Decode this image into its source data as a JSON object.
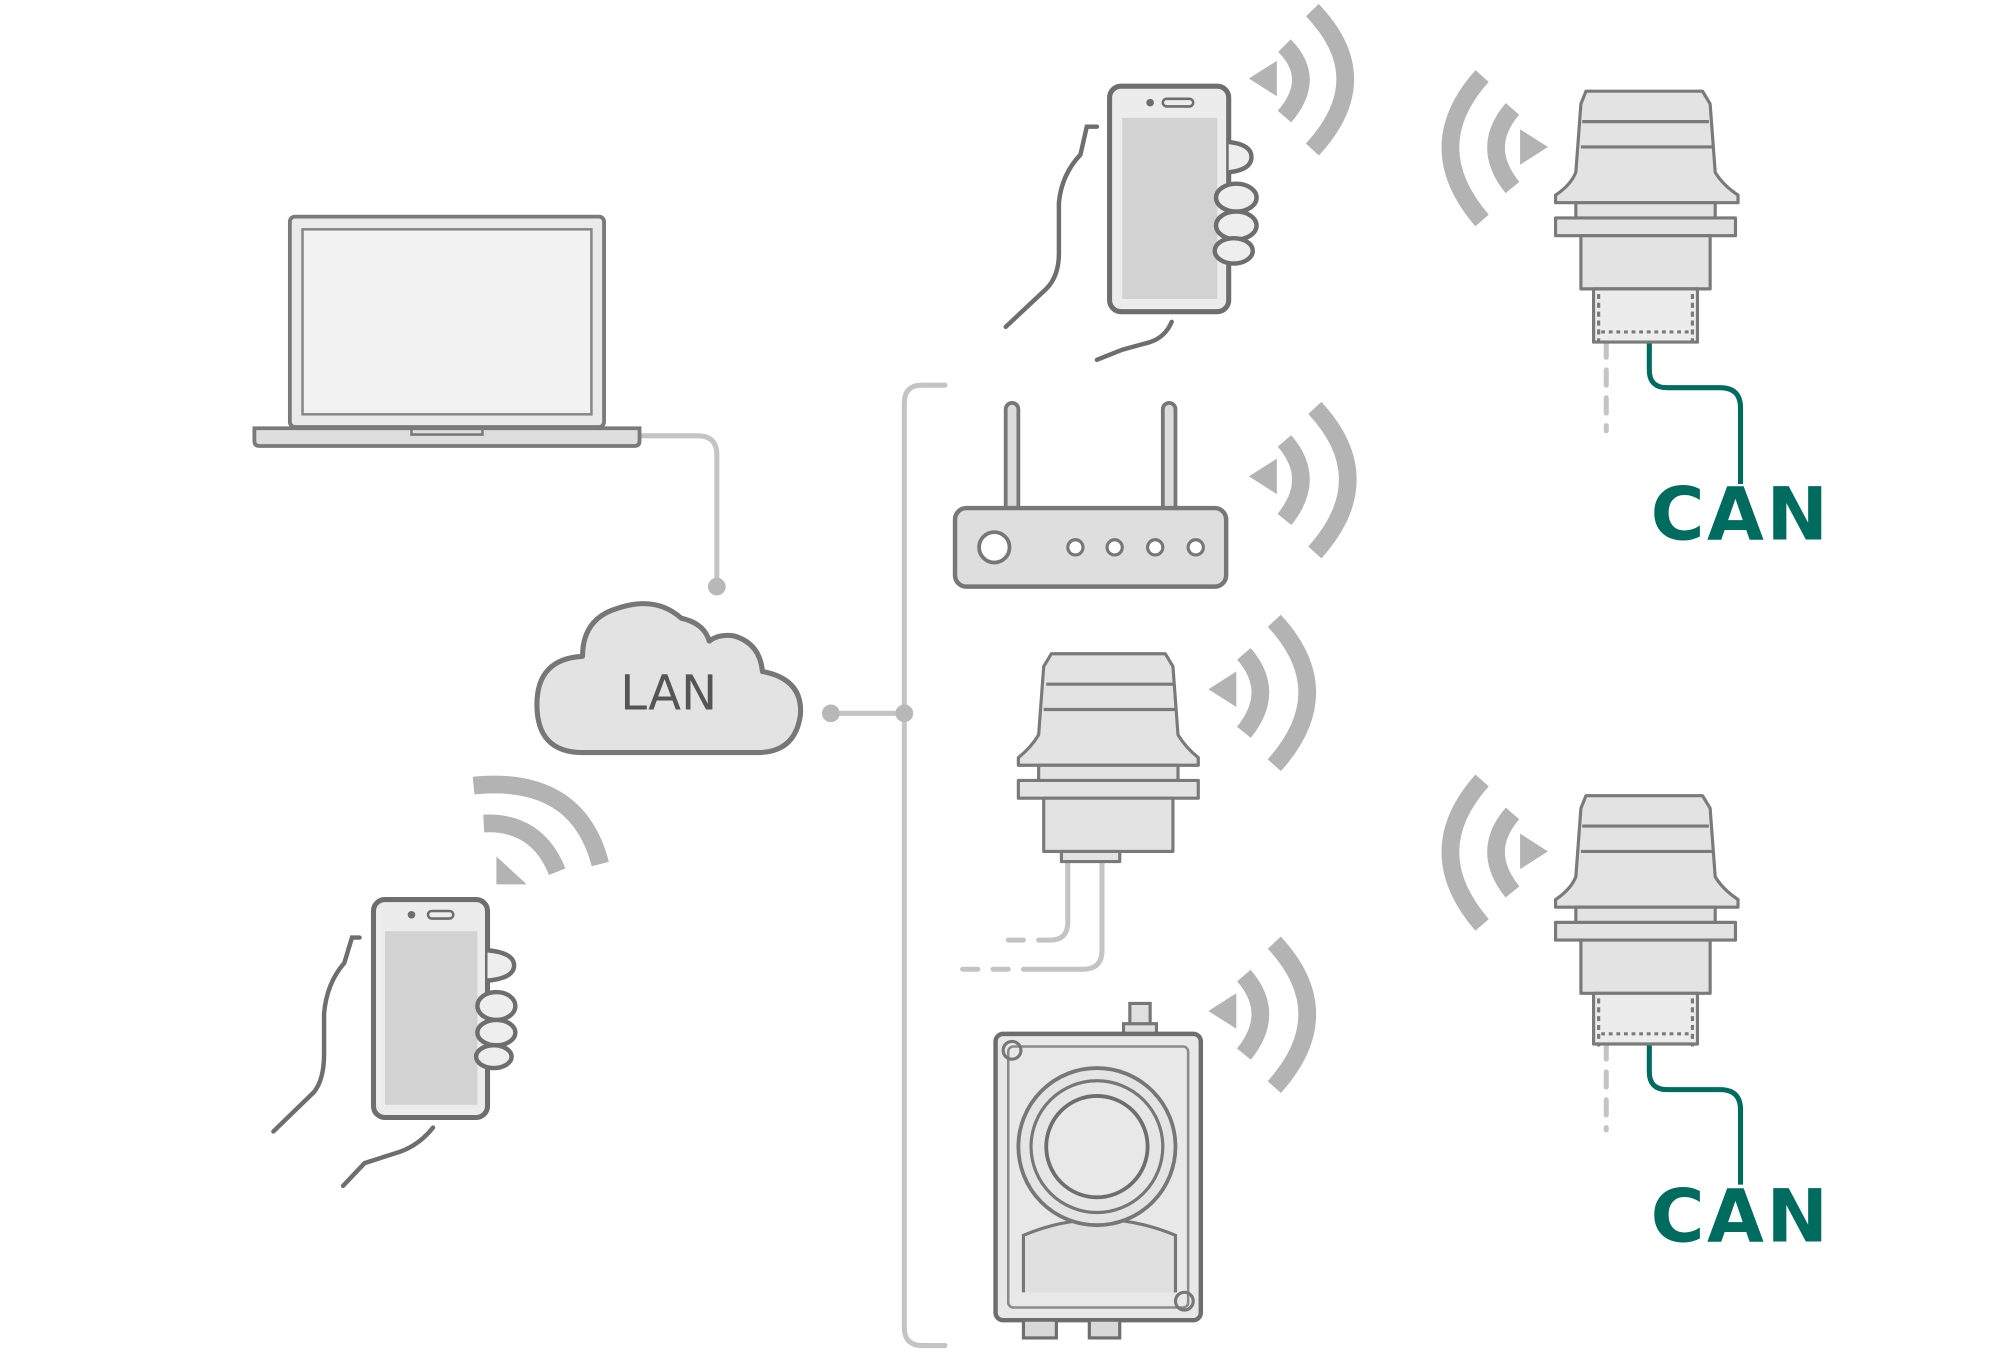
{
  "network": {
    "cloud_label": "LAN"
  },
  "can_bus": {
    "label_top": "CAN",
    "label_bottom": "CAN"
  },
  "colors": {
    "device_fill": "#e3e3e3",
    "screen_fill": "#d2d2d3",
    "outline": "#707070",
    "wire": "#bdbdbd",
    "wifi": "#b3b3b3",
    "can_green": "#006b5f"
  }
}
